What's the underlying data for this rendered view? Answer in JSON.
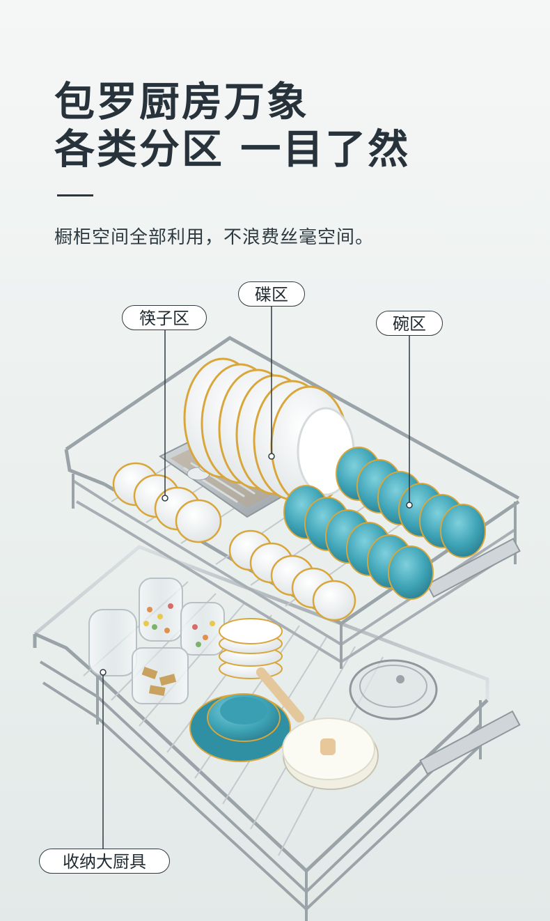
{
  "headline": {
    "line1": "包罗厨房万象",
    "line2": "各类分区 一目了然"
  },
  "subtitle": "橱柜空间全部利用，不浪费丝毫空间。",
  "callouts": {
    "chopsticks": "筷子区",
    "plates": "碟区",
    "bowls": "碗区",
    "cookware": "收纳大厨具"
  },
  "colors": {
    "background": "#eef2f1",
    "headline": "#27323b",
    "bowl_teal": "#3fa4b7",
    "gold_rim": "#d8a63a",
    "chrome": "#b9c0c4"
  },
  "icons": {
    "illustration": "pull-out-dish-rack-illustration"
  }
}
